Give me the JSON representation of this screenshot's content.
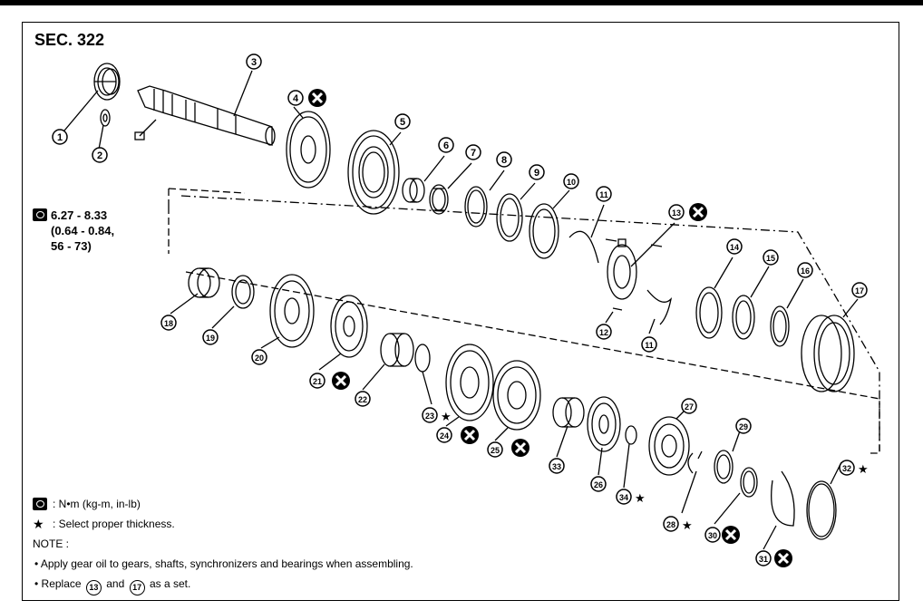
{
  "header": {
    "section": "SEC. 322"
  },
  "torque_spec": {
    "line1": "6.27 - 8.33",
    "line2": "(0.64 - 0.84,",
    "line3": "56 - 73)"
  },
  "callouts": [
    "1",
    "2",
    "3",
    "4",
    "5",
    "6",
    "7",
    "8",
    "9",
    "10",
    "11",
    "11",
    "12",
    "13",
    "14",
    "15",
    "16",
    "17",
    "18",
    "19",
    "20",
    "21",
    "22",
    "23",
    "24",
    "25",
    "26",
    "27",
    "28",
    "29",
    "30",
    "31",
    "32",
    "33",
    "34"
  ],
  "legend": {
    "torque_unit": ": N•m (kg-m, in-lb)",
    "star_text": ": Select proper thickness.",
    "note_title": "NOTE :",
    "note_1": "• Apply gear oil to gears, shafts, synchronizers and bearings when assembling.",
    "note_2_prefix": "• Replace",
    "note_2_a": "13",
    "note_2_mid": "and",
    "note_2_b": "17",
    "note_2_suffix": "as a set."
  },
  "colors": {
    "line": "#000000",
    "background": "#ffffff"
  }
}
